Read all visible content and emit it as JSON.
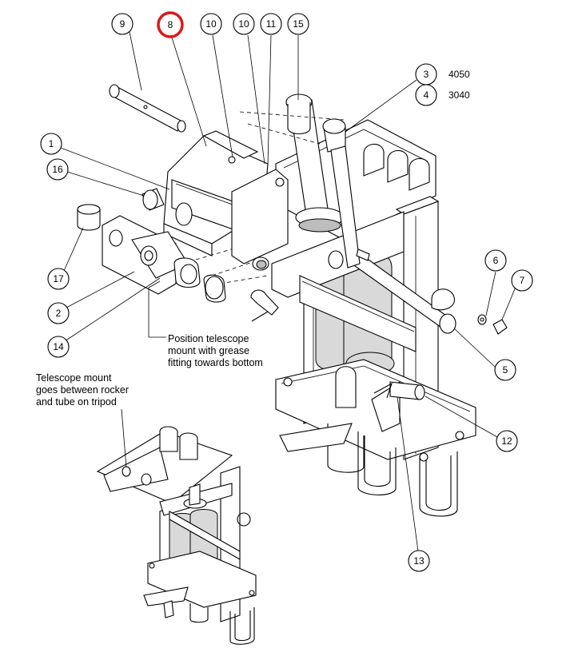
{
  "callouts": [
    {
      "id": "c9",
      "label": "9"
    },
    {
      "id": "c8",
      "label": "8",
      "highlight": true
    },
    {
      "id": "c10a",
      "label": "10"
    },
    {
      "id": "c10b",
      "label": "10"
    },
    {
      "id": "c11",
      "label": "11"
    },
    {
      "id": "c15",
      "label": "15"
    },
    {
      "id": "c3",
      "label": "3"
    },
    {
      "id": "c4",
      "label": "4"
    },
    {
      "id": "c1",
      "label": "1"
    },
    {
      "id": "c16",
      "label": "16"
    },
    {
      "id": "c17",
      "label": "17"
    },
    {
      "id": "c2",
      "label": "2"
    },
    {
      "id": "c14",
      "label": "14"
    },
    {
      "id": "c6",
      "label": "6"
    },
    {
      "id": "c7",
      "label": "7"
    },
    {
      "id": "c5",
      "label": "5"
    },
    {
      "id": "c12",
      "label": "12"
    },
    {
      "id": "c13",
      "label": "13"
    }
  ],
  "part_numbers": {
    "p3": "4050",
    "p4": "3040"
  },
  "notes": {
    "position": [
      "Position telescope",
      "mount with grease",
      "fitting towards bottom"
    ],
    "mount": [
      "Telescope mount",
      "goes between rocker",
      "and tube on tripod"
    ]
  },
  "colors": {
    "line": "#000000",
    "highlight": "#d91a1a",
    "background": "#ffffff"
  }
}
